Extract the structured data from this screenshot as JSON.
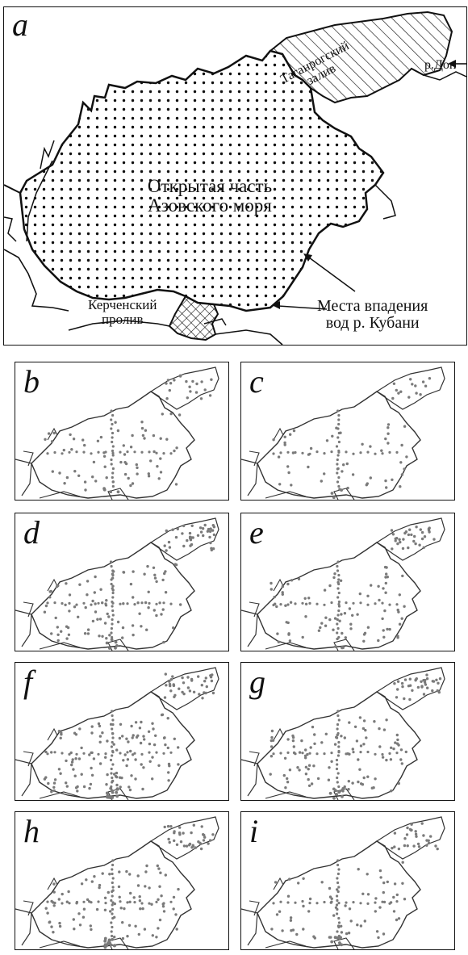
{
  "map_a": {
    "letter": "a",
    "open_sea_label_line1": "Открытая часть",
    "open_sea_label_line2": "Азовского моря",
    "taganrog_line1": "Таганрогский",
    "taganrog_line2": "залив",
    "don_label": "р.Дон",
    "kerch_line1": "Керченский",
    "kerch_line2": "пролив",
    "kuban_line1": "Места впадения",
    "kuban_line2": "вод р.  Кубани"
  },
  "small_maps": [
    {
      "letter": "b",
      "density": 0.55,
      "taganrog": 0.5,
      "kerch": 0.3
    },
    {
      "letter": "c",
      "density": 0.45,
      "taganrog": 0.35,
      "kerch": 0.2
    },
    {
      "letter": "d",
      "density": 0.8,
      "taganrog": 1.0,
      "kerch": 0.4
    },
    {
      "letter": "e",
      "density": 0.7,
      "taganrog": 0.8,
      "kerch": 0.3
    },
    {
      "letter": "f",
      "density": 1.0,
      "taganrog": 1.0,
      "kerch": 1.0
    },
    {
      "letter": "g",
      "density": 0.9,
      "taganrog": 0.9,
      "kerch": 0.6
    },
    {
      "letter": "h",
      "density": 0.75,
      "taganrog": 0.9,
      "kerch": 1.0
    },
    {
      "letter": "i",
      "density": 0.55,
      "taganrog": 0.7,
      "kerch": 0.5
    }
  ],
  "colors": {
    "dot": "#7a7a7a",
    "ink": "#111111"
  }
}
